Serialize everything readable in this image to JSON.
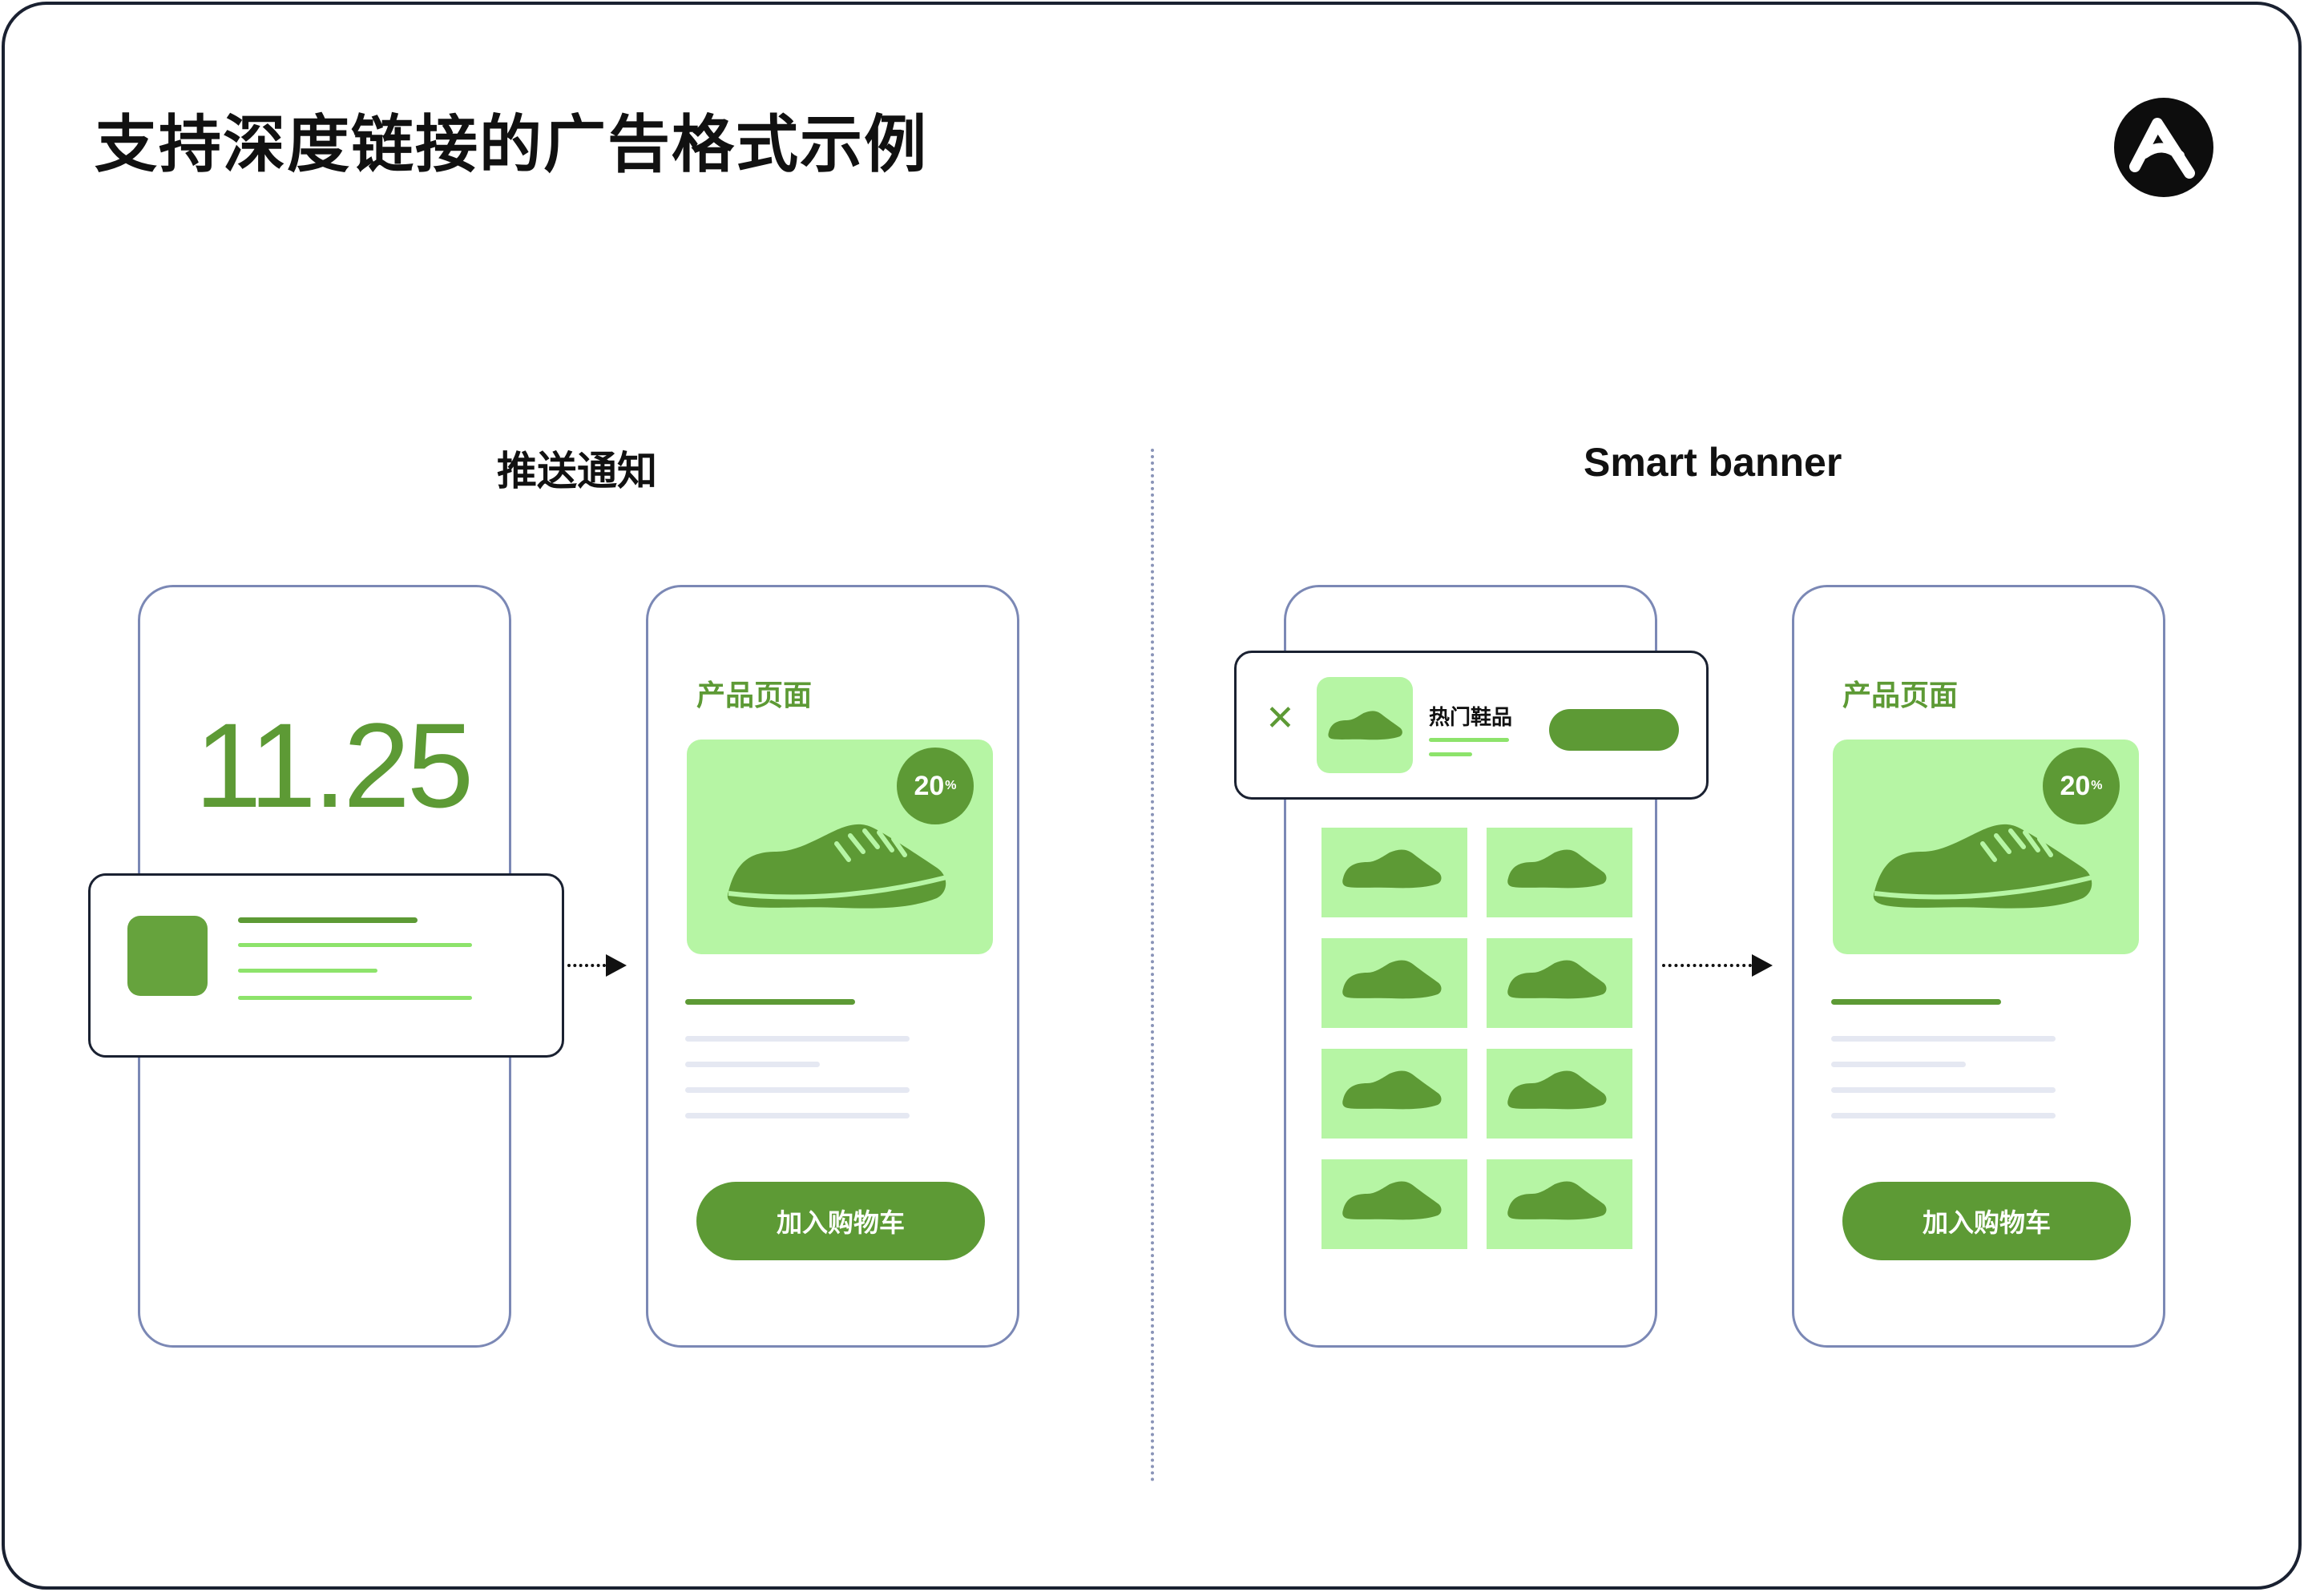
{
  "title": "支持深度链接的广告格式示例",
  "logo_icon": "adjust-logo-icon",
  "sections": {
    "push": {
      "title": "推送通知",
      "time": "11.25"
    },
    "banner": {
      "title": "Smart banner",
      "banner_label": "热门鞋品"
    }
  },
  "product_page": {
    "heading": "产品页面",
    "discount": "20",
    "discount_unit": "%",
    "button": "加入购物车"
  },
  "colors": {
    "accent_green": "#5d9a35",
    "light_green": "#b6f5a4",
    "outline": "#7b88b5",
    "frame": "#1a2131"
  }
}
